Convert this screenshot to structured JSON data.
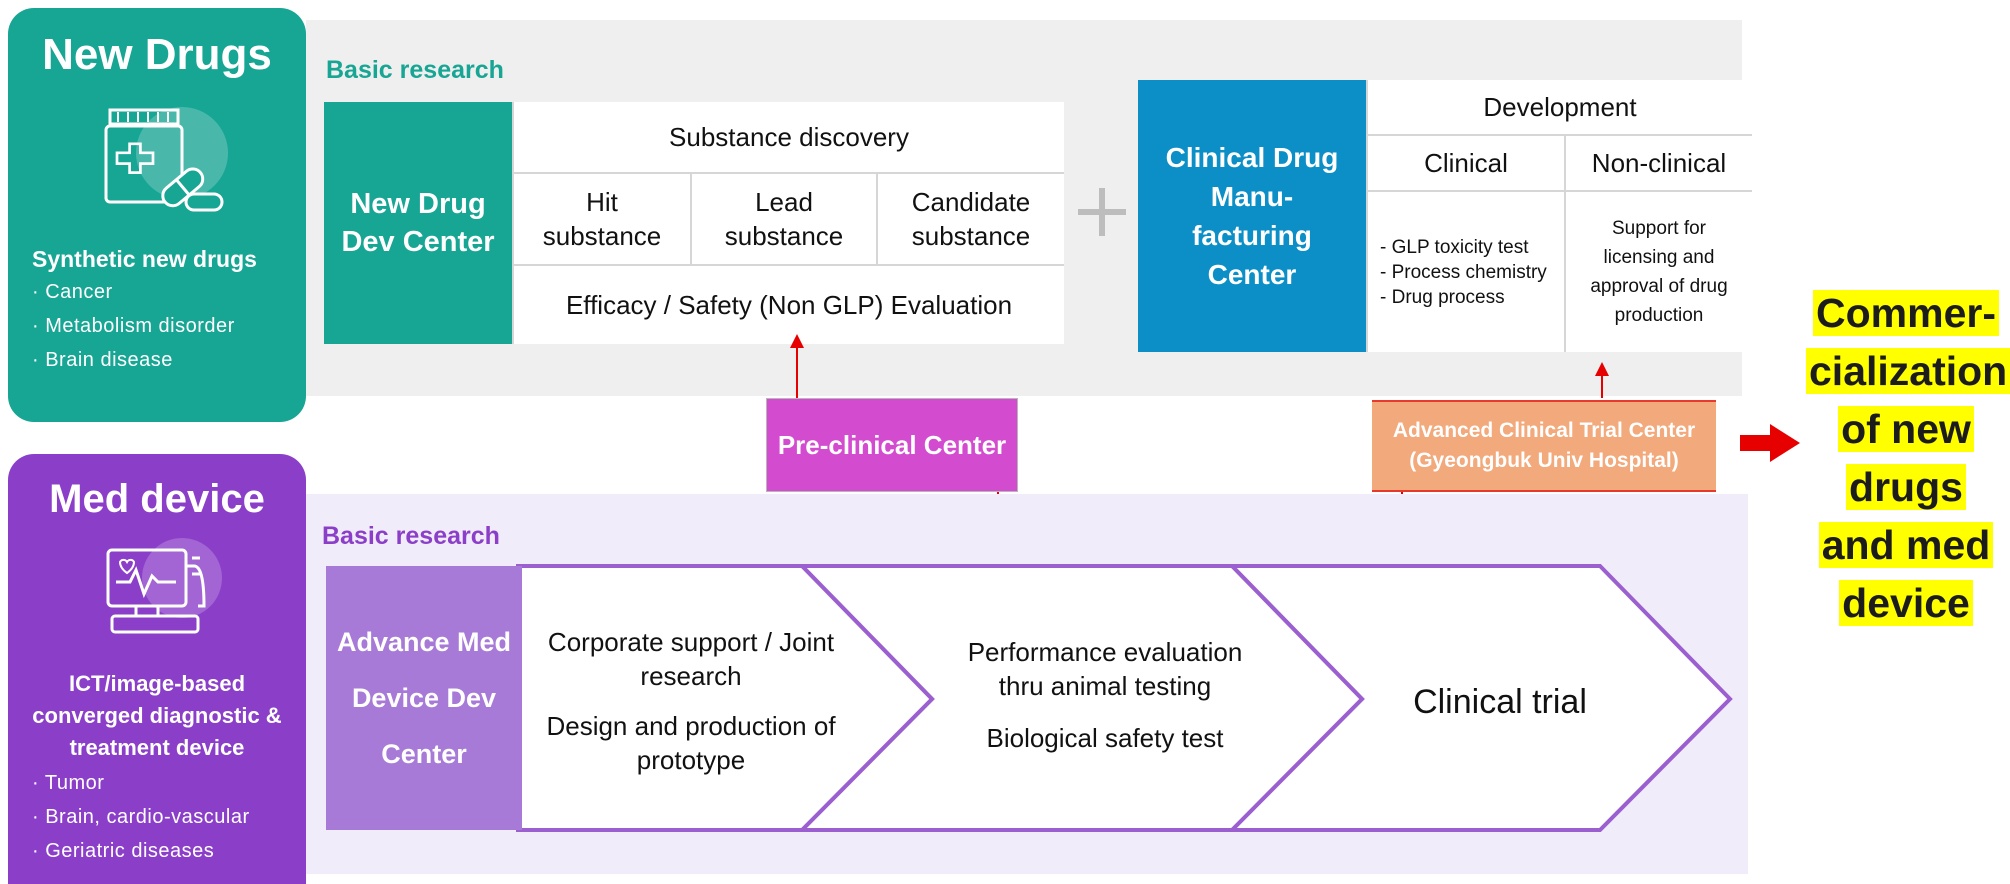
{
  "left_panels": {
    "new_drugs": {
      "title": "New Drugs",
      "subtitle": "Synthetic new drugs",
      "items": [
        "· Cancer",
        "· Metabolism disorder",
        "· Brain disease"
      ],
      "color": "#17A594",
      "icon": "medicine-jar-icon"
    },
    "med_device": {
      "title": "Med device",
      "subtitle": "ICT/image-based converged diagnostic & treatment device",
      "items": [
        "· Tumor",
        "· Brain, cardio-vascular",
        "· Geriatric diseases"
      ],
      "color": "#8B3FC9",
      "icon": "monitor-heartbeat-icon"
    }
  },
  "drug_section": {
    "label": "Basic research",
    "center": "New Drug Dev Center",
    "substance_header": "Substance discovery",
    "substances": [
      "Hit substance",
      "Lead substance",
      "Candidate substance"
    ],
    "evaluation": "Efficacy / Safety (Non GLP) Evaluation",
    "plus": "+",
    "manufacturing_center": "Clinical Drug Manu-facturing Center",
    "development_header": "Development",
    "clinical_header": "Clinical",
    "nonclinical_header": "Non-clinical",
    "clinical_items": [
      "- GLP toxicity test",
      "- Process chemistry",
      "- Drug process"
    ],
    "nonclinical_text": "Support for licensing and approval of drug production"
  },
  "preclinical_center": "Pre-clinical Center",
  "trial_center": {
    "line1": "Advanced Clinical Trial Center",
    "line2": "(Gyeongbuk Univ Hospital)"
  },
  "device_section": {
    "label": "Basic research",
    "center": "Advance Med Device Dev Center",
    "stage1": [
      "Corporate support / Joint research",
      "Design and production of prototype"
    ],
    "stage2": [
      "Performance evaluation thru animal testing",
      "Biological safety test"
    ],
    "stage3": "Clinical trial"
  },
  "outcome": "Commer-cialization of new drugs and med device",
  "colors": {
    "teal": "#17A594",
    "purple": "#8B3FC9",
    "blue": "#0B8FC6",
    "magenta": "#D34CD0",
    "orange": "#F2A97B",
    "highlight": "#FFFF00",
    "arrow_red": "#E60000"
  }
}
